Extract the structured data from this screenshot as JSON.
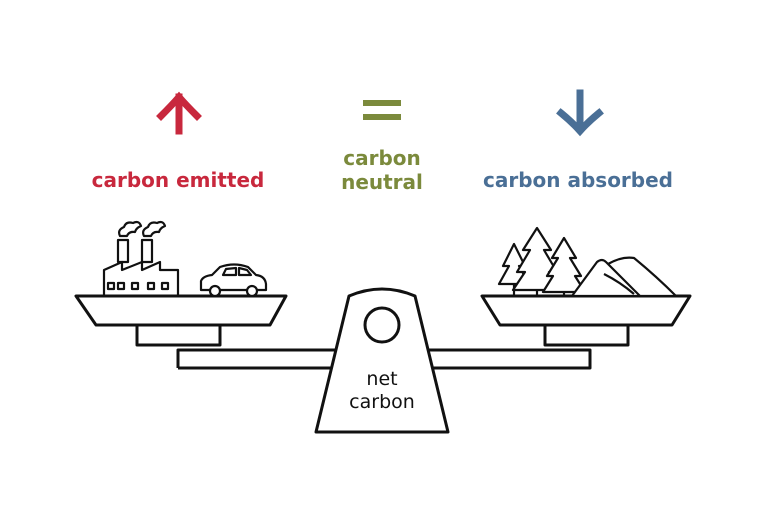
{
  "labels": {
    "emitted": "carbon emitted",
    "neutral_line1": "carbon",
    "neutral_line2": "neutral",
    "absorbed": "carbon absorbed",
    "net_line1": "net",
    "net_line2": "carbon"
  },
  "colors": {
    "emitted": "#c8283d",
    "neutral": "#7b8a3c",
    "absorbed": "#4a6f96",
    "line": "#111111"
  },
  "icons": {
    "up": "arrow-up-icon",
    "equals": "equals-icon",
    "down": "arrow-down-icon",
    "factory": "factory-icon",
    "car": "car-icon",
    "trees": "pine-trees-icon",
    "mountains": "mountains-icon"
  }
}
